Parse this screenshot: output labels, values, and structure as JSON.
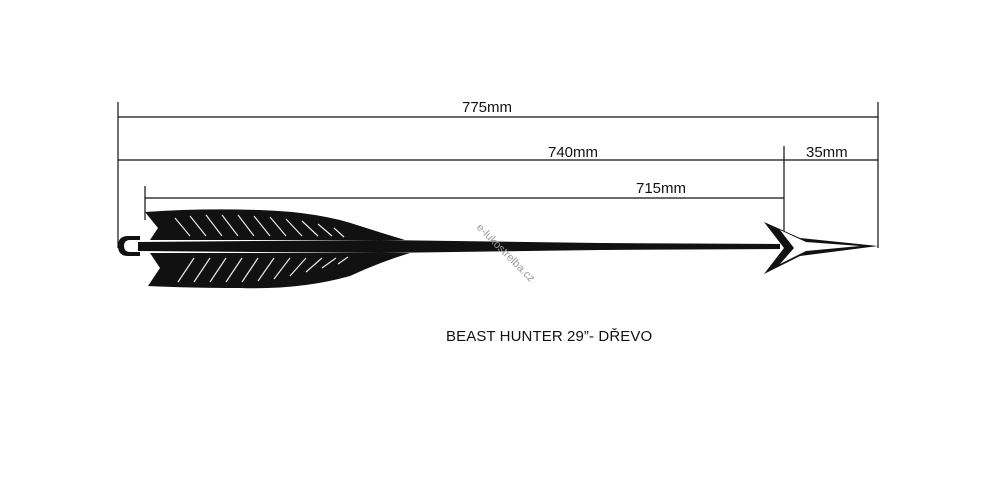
{
  "dimensions": {
    "overall": "775mm",
    "shaft": "740mm",
    "point": "35mm",
    "fletching_to_point": "715mm"
  },
  "caption": "BEAST HUNTER 29”- DŘEVO",
  "watermark": "e-lukostrelba.cz",
  "colors": {
    "ink": "#111111",
    "background": "#ffffff",
    "watermark": "#9a9a9a"
  }
}
